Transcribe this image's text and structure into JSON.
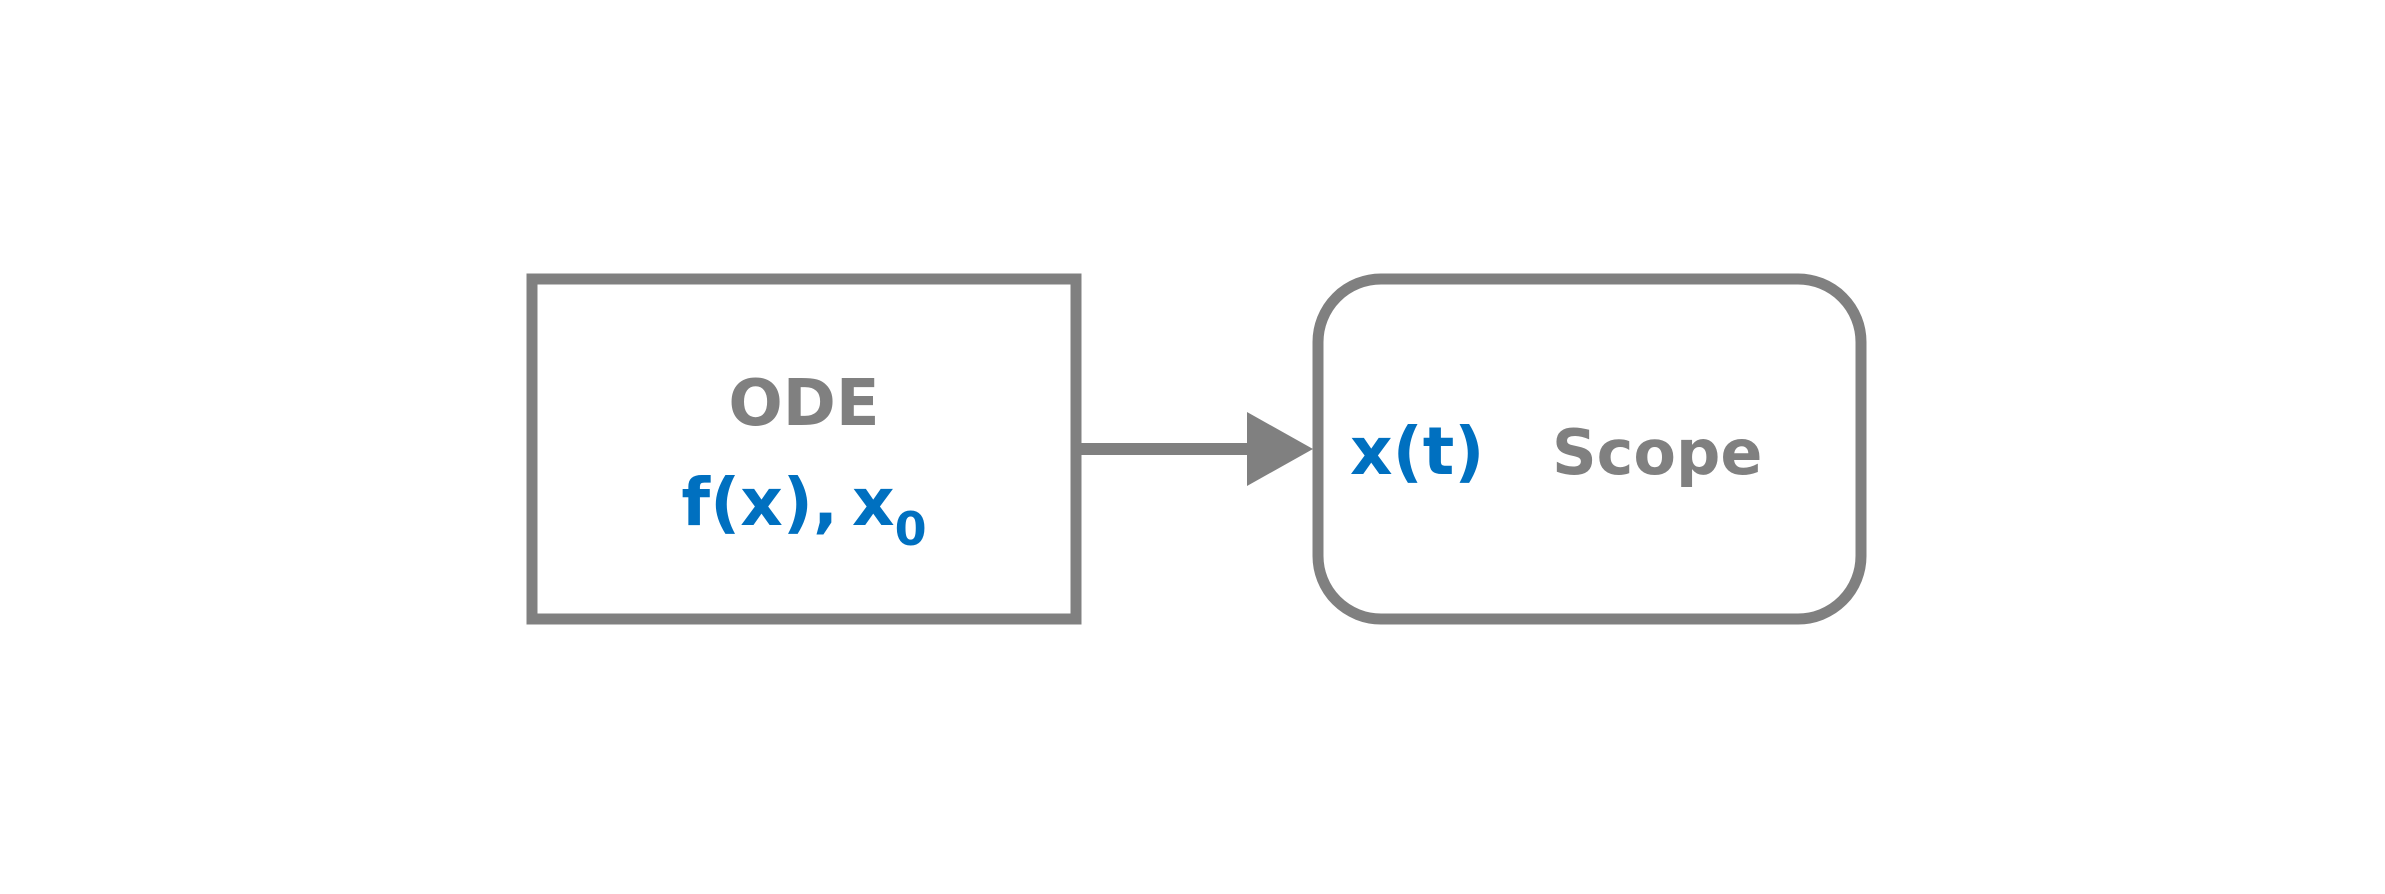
{
  "blocks": {
    "ode": {
      "title": "ODE",
      "func": "f(x),",
      "state": "x",
      "state_subscript": "0"
    },
    "scope": {
      "input_label": "x(t)",
      "title": "Scope"
    }
  },
  "colors": {
    "stroke": "#808080",
    "label_gray": "#808080",
    "label_blue": "#0070C0"
  }
}
